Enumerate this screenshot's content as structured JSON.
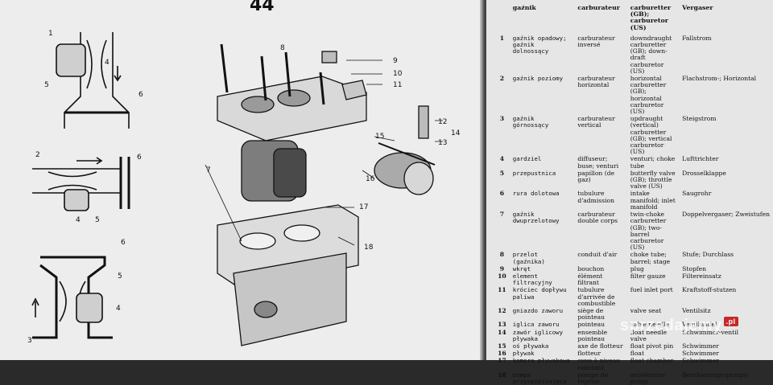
{
  "page": {
    "number": "44"
  },
  "diagram": {
    "callouts_top": [
      "1",
      "4",
      "5",
      "6"
    ],
    "callouts_mid": [
      "2",
      "6",
      "4",
      "5"
    ],
    "callouts_bottom": [
      "6",
      "5",
      "4",
      "3"
    ],
    "callouts_main": [
      "8",
      "9",
      "10",
      "11",
      "12",
      "13",
      "14",
      "15",
      "16",
      "7",
      "17",
      "18"
    ]
  },
  "glossary": {
    "headers": {
      "pl": "gaźnik",
      "fr": "carburateur",
      "en": "carburetter (GB); carburetor (US)",
      "de": "Vergaser"
    },
    "rows": [
      {
        "num": "1",
        "pl": "gaźnik opadowy; gaźnik dolnossący",
        "fr": "carburateur inversé",
        "en": "downdraught carburetter (GB); down-draft carburetor (US)",
        "de": "Fallstrom"
      },
      {
        "num": "2",
        "pl": "gaźnik poziomy",
        "fr": "carburateur horizontal",
        "en": "horizontal carburetter (GB); horizontal carburetor (US)",
        "de": "Flachstrom-; Horizontal"
      },
      {
        "num": "3",
        "pl": "gaźnik górnossący",
        "fr": "carburateur vertical",
        "en": "updraught (vertical) carburetter (GB); vertical carburetor (US)",
        "de": "Steigstrom"
      },
      {
        "num": "4",
        "pl": "gardziel",
        "fr": "diffuseur; buse; venturi",
        "en": "venturi; choke tube",
        "de": "Lufttrichter"
      },
      {
        "num": "5",
        "pl": "przepustnica",
        "fr": "papillon (de gaz)",
        "en": "butterfly valve (GB); throttle valve (US)",
        "de": "Drosselklappe"
      },
      {
        "num": "6",
        "pl": "rura dolotowa",
        "fr": "tubulure d'admission",
        "en": "intake manifold; inlet manifold",
        "de": "Saugrohr"
      },
      {
        "num": "7",
        "pl": "gaźnik dwuprzelotowy",
        "fr": "carburateur double corps",
        "en": "twin-choke carburetter (GB); two-barrel carburetor (US)",
        "de": "Doppelvergaser; Zweistufen"
      },
      {
        "num": "8",
        "pl": "przelot (gaźnika)",
        "fr": "conduit d'air",
        "en": "choke tube; barrel; stage",
        "de": "Stufe; Durchlass"
      },
      {
        "num": "9",
        "pl": "wkręt",
        "fr": "bouchon",
        "en": "plug",
        "de": "Stopfen"
      },
      {
        "num": "10",
        "pl": "element filtracyjny",
        "fr": "élément filtrant",
        "en": "filter gauze",
        "de": "Filtereinsatz"
      },
      {
        "num": "11",
        "pl": "króciec dopływu paliwa",
        "fr": "tubulure d'arrivée de combustible",
        "en": "fuel inlet port",
        "de": "Kraftstoff-stutzen"
      },
      {
        "num": "12",
        "pl": "gniazdo zaworu",
        "fr": "siège de pointeau",
        "en": "valve seat",
        "de": "Ventilsitz"
      },
      {
        "num": "13",
        "pl": "iglica zaworu",
        "fr": "pointeau",
        "en": "valve needle",
        "de": "Ventilnadel"
      },
      {
        "num": "14",
        "pl": "zawór iglicowy pływaka",
        "fr": "ensemble pointeau",
        "en": "float needle valve",
        "de": "Schwimmer-ventil"
      },
      {
        "num": "15",
        "pl": "oś pływaka",
        "fr": "axe de flotteur",
        "en": "float pivot pin",
        "de": "Schwimmer"
      },
      {
        "num": "16",
        "pl": "pływak",
        "fr": "flotteur",
        "en": "float",
        "de": "Schwimmer"
      },
      {
        "num": "17",
        "pl": "komora pływakowa",
        "fr": "cuve à niveau constant",
        "en": "float chamber",
        "de": "Schwimmer"
      },
      {
        "num": "18",
        "pl": "pompa przyspieszająca",
        "fr": "pompe de reprise",
        "en": "accelerator pump",
        "de": "Beschleunigerpumpe"
      }
    ]
  },
  "watermark": {
    "text": "sprzedajemy",
    "badge": ".pl"
  }
}
